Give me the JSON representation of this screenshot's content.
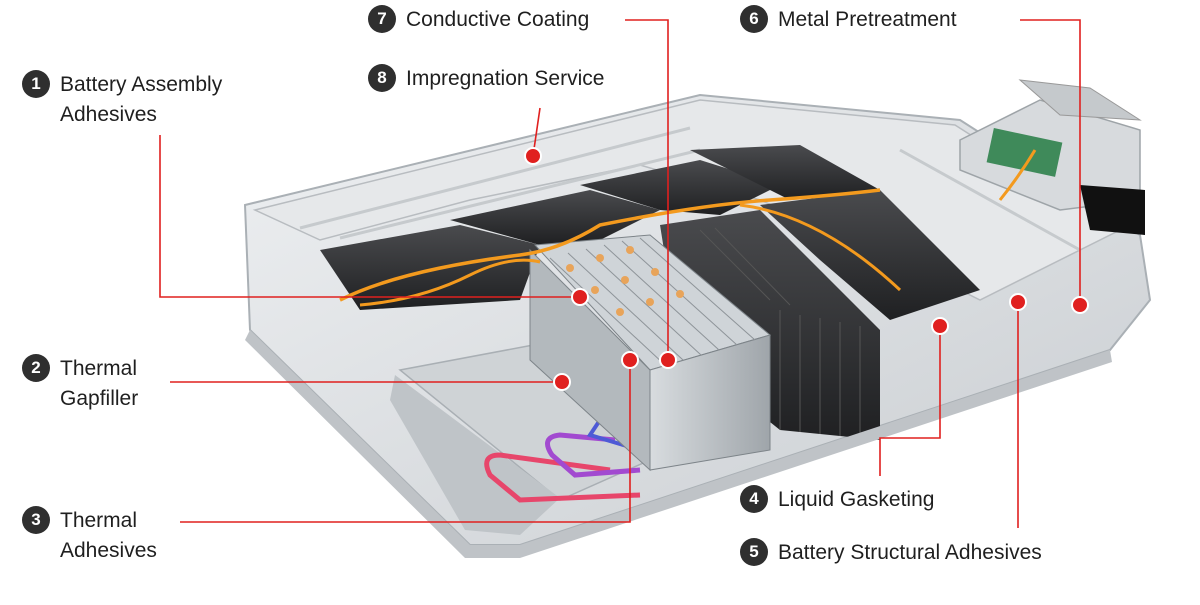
{
  "callouts": [
    {
      "num": "1",
      "text": "Battery Assembly Adhesives"
    },
    {
      "num": "2",
      "text": "Thermal Gapfiller"
    },
    {
      "num": "3",
      "text": "Thermal Adhesives"
    },
    {
      "num": "4",
      "text": "Liquid Gasketing"
    },
    {
      "num": "5",
      "text": "Battery Structural Adhesives"
    },
    {
      "num": "6",
      "text": "Metal Pretreatment"
    },
    {
      "num": "7",
      "text": "Conductive Coating"
    },
    {
      "num": "8",
      "text": "Impregnation Service"
    }
  ],
  "colors": {
    "leader": "#e0201f",
    "badge": "#2f2f2f",
    "tray": "#d9dcdf",
    "cells": "#3a3b3d",
    "cable": "#f39a1e"
  }
}
